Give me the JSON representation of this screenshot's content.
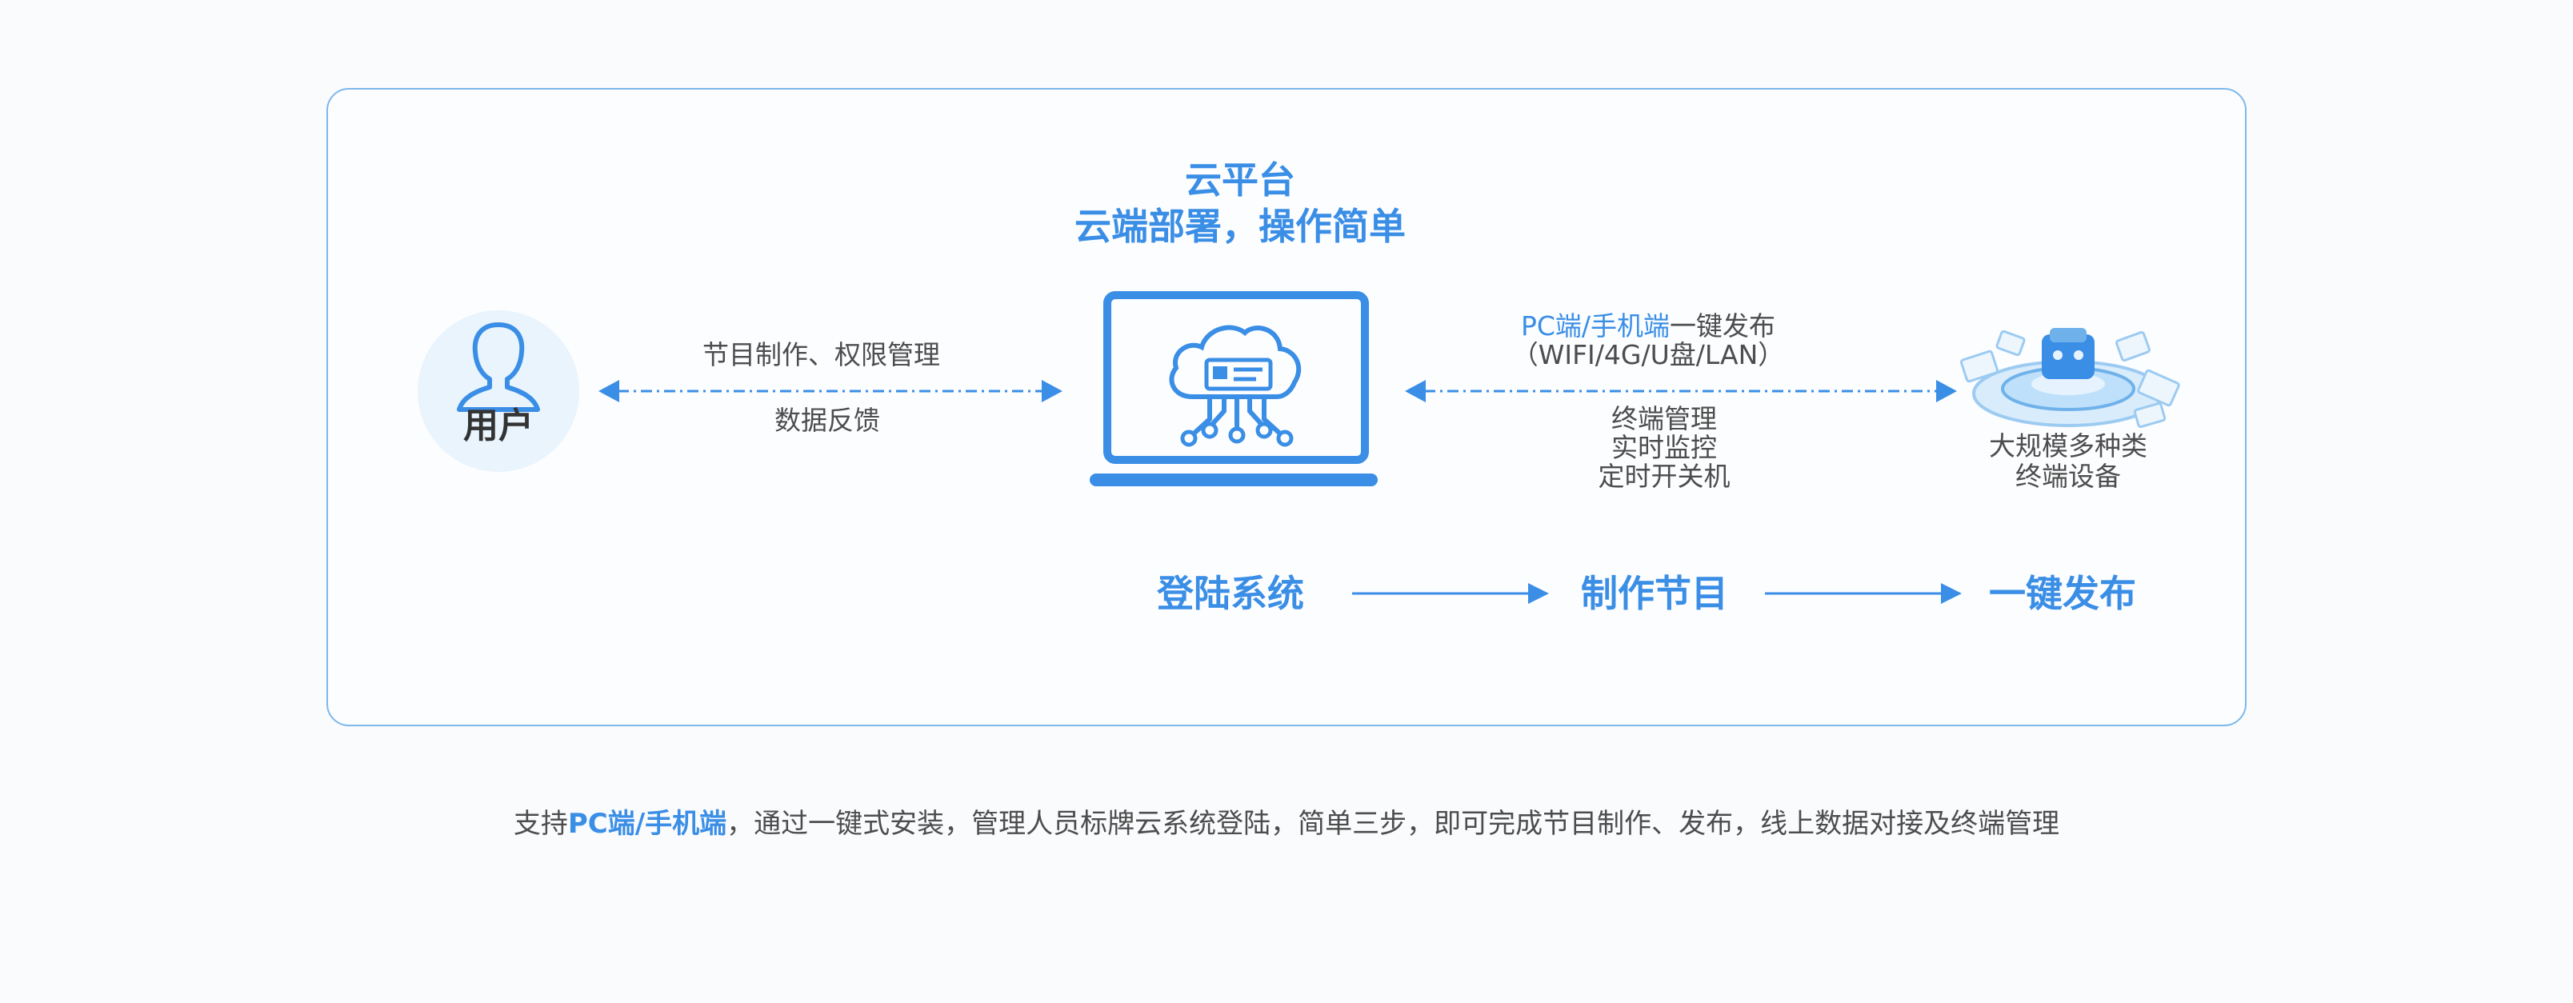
{
  "platform": {
    "title_line1": "云平台",
    "title_line2": "云端部署，操作简单"
  },
  "user": {
    "label": "用户",
    "arrow_top_label": "节目制作、权限管理",
    "arrow_bottom_label": "数据反馈"
  },
  "devices": {
    "publish_highlight": "PC端/手机端",
    "publish_text": "一键发布",
    "networks": "（WIFI/4G/U盘/LAN）",
    "manage_items": [
      "终端管理",
      "实时监控",
      "定时开关机"
    ],
    "label_line1": "大规模多种类",
    "label_line2": "终端设备"
  },
  "steps": [
    "登陆系统",
    "制作节目",
    "一键发布"
  ],
  "caption": {
    "prefix": "支持",
    "highlight": "PC端/手机端",
    "suffix": "，通过一键式安装，管理人员标牌云系统登陆，简单三步，即可完成节目制作、发布，线上数据对接及终端管理"
  },
  "colors": {
    "accent": "#3a8ee6",
    "border": "#7db8ec",
    "text": "#4d4d4d"
  },
  "icons": [
    "user-icon",
    "cloud-laptop-icon",
    "terminal-devices-icon"
  ]
}
